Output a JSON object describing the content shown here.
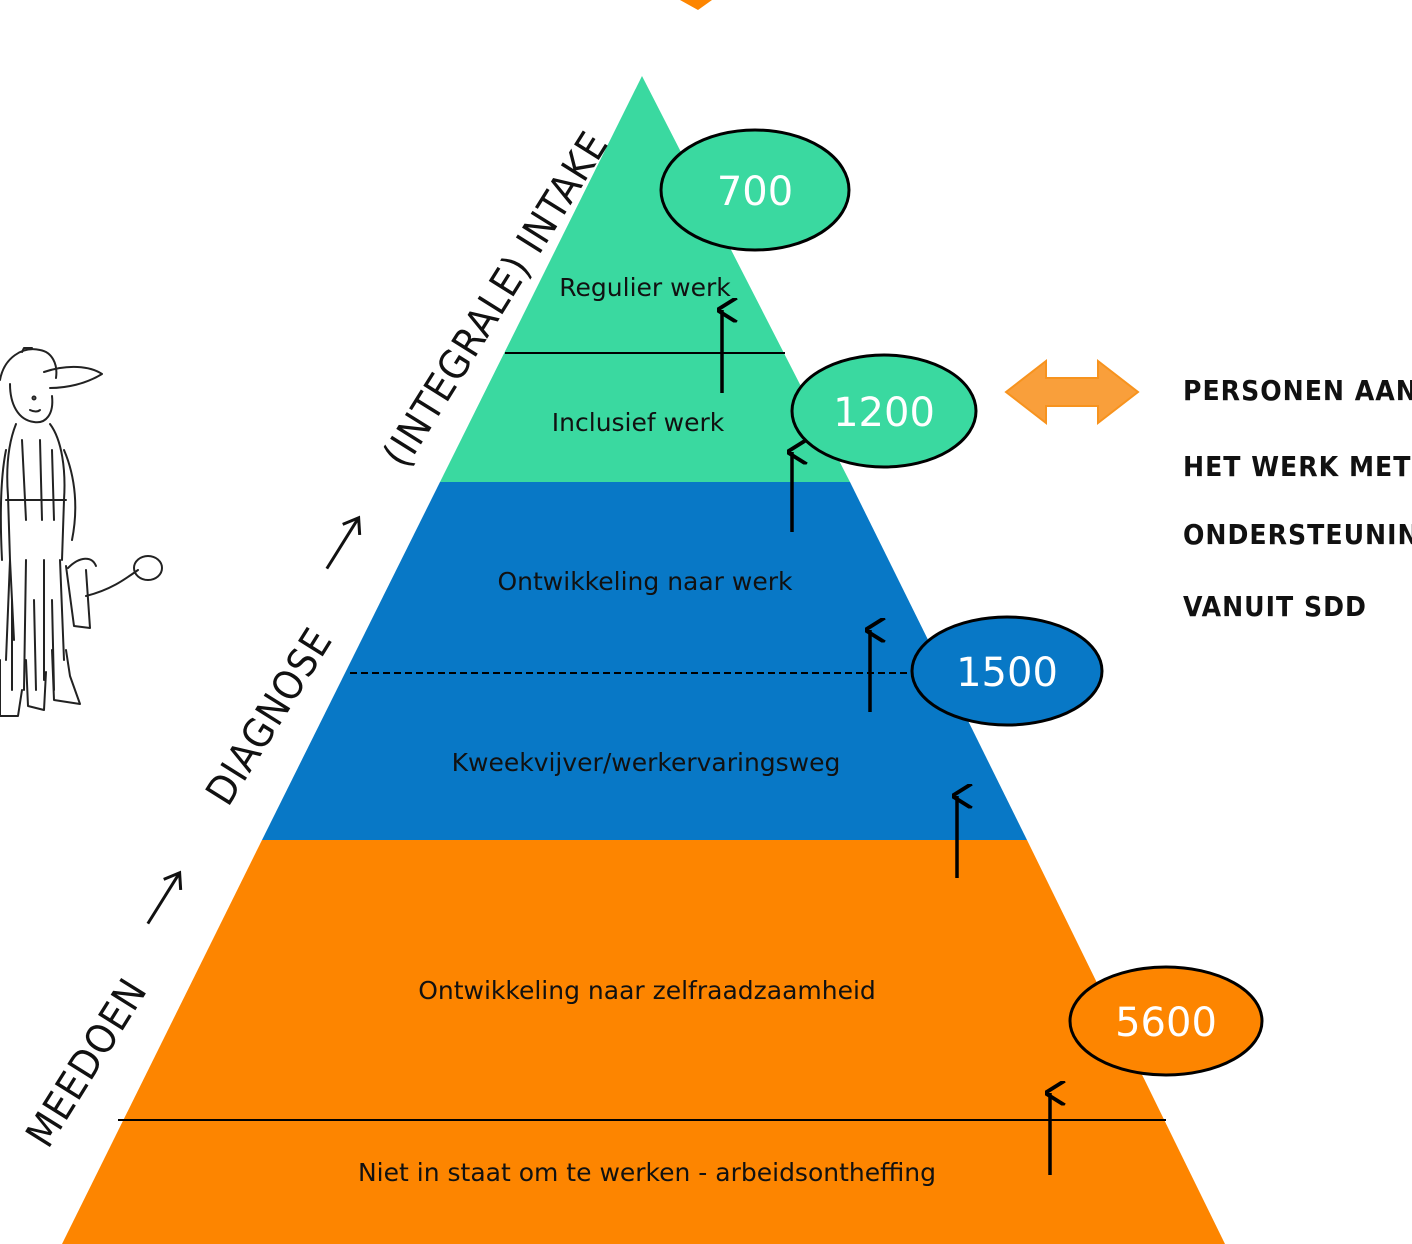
{
  "colors": {
    "green": "#3ad9a0",
    "blue": "#0878c6",
    "orange": "#fd8500",
    "badge_outline": "#000000",
    "arrow_orange": "#f99f3b"
  },
  "layers": [
    {
      "label": "Regulier werk",
      "color": "green"
    },
    {
      "label": "Inclusief werk",
      "color": "green"
    },
    {
      "label": "Ontwikkeling naar werk",
      "color": "blue"
    },
    {
      "label": "Kweekvijver/werkervaringsweg",
      "color": "blue"
    },
    {
      "label": "Ontwikkeling naar zelfraadzaamheid",
      "color": "orange"
    },
    {
      "label": "Niet in staat om te werken - arbeidsontheffing",
      "color": "orange"
    }
  ],
  "badges": [
    {
      "value": "700",
      "color": "green"
    },
    {
      "value": "1200",
      "color": "green"
    },
    {
      "value": "1500",
      "color": "blue"
    },
    {
      "value": "5600",
      "color": "orange"
    }
  ],
  "path_text": {
    "meedoen": "MEEDOEN",
    "diagnose": "DIAGNOSE",
    "intake": "(INTEGRALE) INTAKE"
  },
  "side_note": {
    "lines": [
      "PERSONEN AAN",
      "HET WERK MET",
      "ONDERSTEUNING",
      "VANUIT SDD"
    ],
    "arrow_icon": "double-arrow-icon"
  },
  "illustration": "gardener-with-watering-can-illustration"
}
